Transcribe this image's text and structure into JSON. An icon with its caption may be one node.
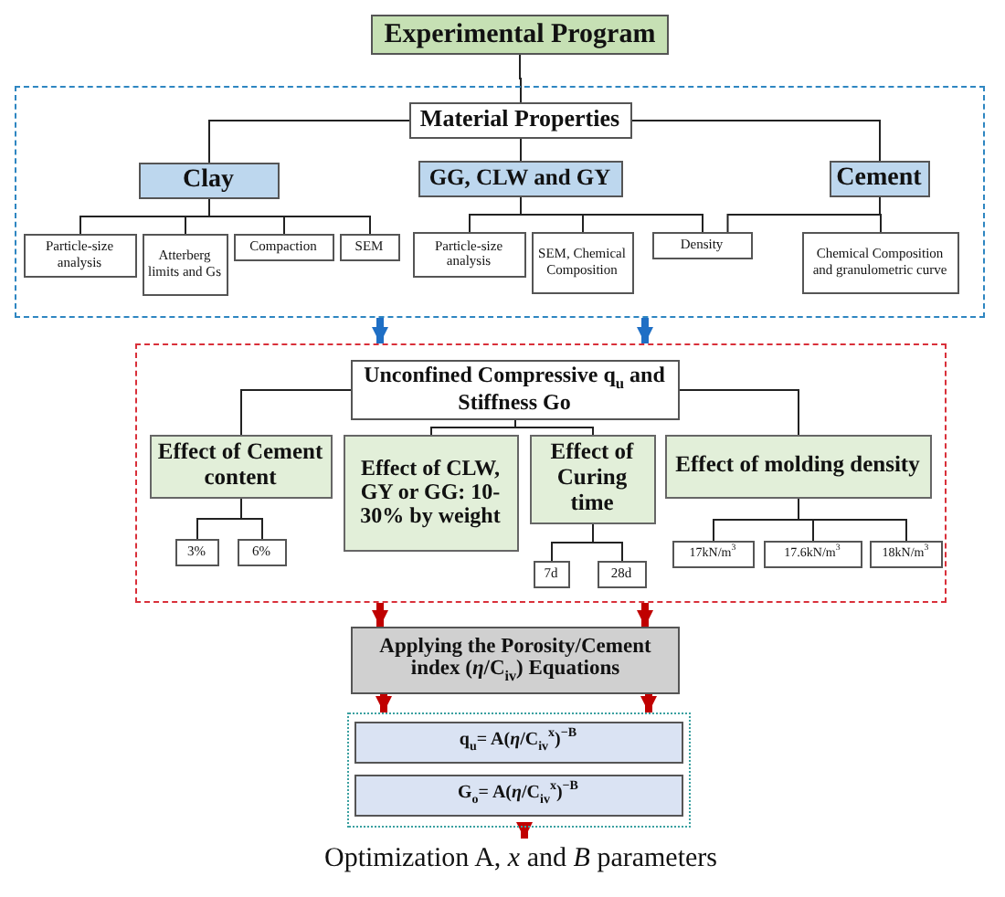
{
  "diagram": {
    "nodes": [
      {
        "text": [
          "Experimental Program"
        ]
      },
      {
        "text": [],
        "shape": "box"
      },
      {
        "text": [
          "Material Properties"
        ],
        "in": 1
      },
      {
        "text": [
          "Clay"
        ],
        "in": 1
      },
      {
        "text": [
          "GG, CLW and GY"
        ],
        "in": 1
      },
      {
        "text": [
          "Cement"
        ],
        "in": 1
      },
      {
        "text": [
          "Particle-size analysis"
        ],
        "in": 1
      },
      {
        "text": [
          "Atterberg limits and Gs"
        ],
        "in": 1
      },
      {
        "text": [
          "Compaction"
        ],
        "in": 1
      },
      {
        "text": [
          "SEM"
        ],
        "in": 1
      },
      {
        "text": [
          "Particle-size analysis"
        ],
        "in": 1
      },
      {
        "text": [
          "SEM, Chemical Composition"
        ],
        "in": 1
      },
      {
        "text": [
          "Density"
        ],
        "in": 1
      },
      {
        "text": [
          "Chemical Composition and granulometric curve"
        ],
        "in": 1
      },
      {
        "text": [],
        "shape": "box"
      },
      {
        "text": [
          "Unconfined Compressive q$_{u}$ and Stiffness Go"
        ],
        "in": 14
      },
      {
        "text": [
          "Effect of Cement content"
        ],
        "in": 14
      },
      {
        "text": [
          "Effect of CLW, GY or GG: 10-30% by weight"
        ],
        "in": 14
      },
      {
        "text": [
          "Effect of Curing time"
        ],
        "in": 14
      },
      {
        "text": [
          "Effect of molding density"
        ],
        "in": 14
      },
      {
        "text": [
          "3%"
        ],
        "in": 14
      },
      {
        "text": [
          "6%"
        ],
        "in": 14
      },
      {
        "text": [
          "7d"
        ],
        "in": 14
      },
      {
        "text": [
          "28d"
        ],
        "in": 14
      },
      {
        "text": [
          "17kN/m$^{3}$"
        ],
        "in": 14
      },
      {
        "text": [
          "17.6kN/m$^{3}$"
        ],
        "in": 14
      },
      {
        "text": [
          "18kN/m$^{3}$"
        ],
        "in": 14
      },
      {
        "text": [
          "Applying the Porosity/Cement index (*η*/C$_{iv}$) Equations"
        ]
      },
      {
        "text": [],
        "shape": "box"
      },
      {
        "text": [
          "q$_{u}$= A(*η*/C$_{iv}$$^{x}$)$^{−B}$"
        ],
        "in": 28
      },
      {
        "text": [
          "G$_{o}$= A(*η*/C$_{iv}$$^{x}$)$^{−B}$"
        ],
        "in": 28
      },
      {
        "text": [
          "Optimization A, *x* and *B* parameters"
        ]
      }
    ],
    "edges": [
      {
        "from": 0,
        "to": 2,
        "arrow": "none"
      },
      {
        "from": 2,
        "to": 3,
        "arrow": "none"
      },
      {
        "from": 2,
        "to": 4,
        "arrow": "none"
      },
      {
        "from": 2,
        "to": 5,
        "arrow": "none"
      },
      {
        "from": 3,
        "to": 6,
        "arrow": "none"
      },
      {
        "from": 3,
        "to": 7,
        "arrow": "none"
      },
      {
        "from": 3,
        "to": 8,
        "arrow": "none"
      },
      {
        "from": 3,
        "to": 9,
        "arrow": "none"
      },
      {
        "from": 4,
        "to": 10,
        "arrow": "none"
      },
      {
        "from": 4,
        "to": 11,
        "arrow": "none"
      },
      {
        "from": 4,
        "to": 12,
        "arrow": "none"
      },
      {
        "from": 5,
        "to": 12,
        "arrow": "none"
      },
      {
        "from": 5,
        "to": 13,
        "arrow": "none"
      },
      {
        "from": 1,
        "to": 14,
        "arrow": "to",
        "style": "thick",
        "color": "#1f6fc5"
      },
      {
        "from": 1,
        "to": 14,
        "arrow": "to",
        "style": "thick",
        "color": "#1f6fc5"
      },
      {
        "from": 15,
        "to": 16,
        "arrow": "none"
      },
      {
        "from": 15,
        "to": 17,
        "arrow": "none"
      },
      {
        "from": 15,
        "to": 18,
        "arrow": "none"
      },
      {
        "from": 15,
        "to": 19,
        "arrow": "none"
      },
      {
        "from": 16,
        "to": 20,
        "arrow": "none"
      },
      {
        "from": 16,
        "to": 21,
        "arrow": "none"
      },
      {
        "from": 18,
        "to": 22,
        "arrow": "none"
      },
      {
        "from": 18,
        "to": 23,
        "arrow": "none"
      },
      {
        "from": 19,
        "to": 24,
        "arrow": "none"
      },
      {
        "from": 19,
        "to": 25,
        "arrow": "none"
      },
      {
        "from": 19,
        "to": 26,
        "arrow": "none"
      },
      {
        "from": 14,
        "to": 27,
        "arrow": "to",
        "style": "thick",
        "color": "#c00000"
      },
      {
        "from": 14,
        "to": 27,
        "arrow": "to",
        "style": "thick",
        "color": "#c00000"
      },
      {
        "from": 27,
        "to": 28,
        "arrow": "to",
        "style": "thick",
        "color": "#c00000"
      },
      {
        "from": 27,
        "to": 28,
        "arrow": "to",
        "style": "thick",
        "color": "#c00000"
      },
      {
        "from": 28,
        "to": 31,
        "arrow": "to",
        "style": "thick",
        "color": "#c00000"
      }
    ]
  }
}
